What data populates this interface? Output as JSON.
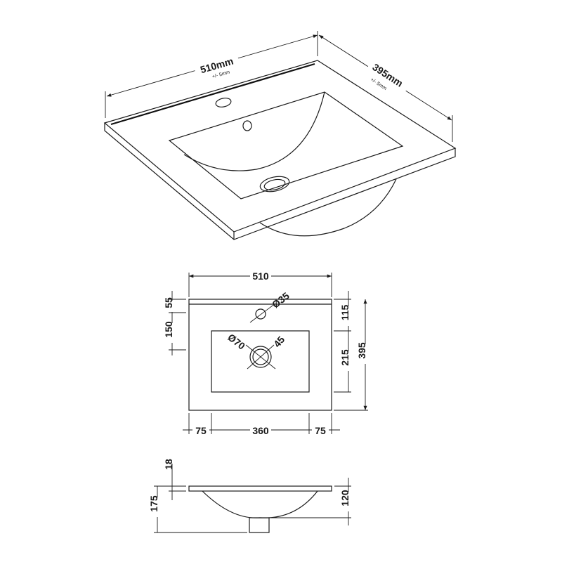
{
  "iso_view": {
    "width_label": "510mm",
    "width_tolerance": "+/- 5mm",
    "depth_label": "395mm",
    "depth_tolerance": "+/- 5mm"
  },
  "plan_view": {
    "overall_width": "510",
    "tap_hole_diameter": "Ø35",
    "waste_outer_diameter": "Ø70",
    "waste_inner_diameter": "45",
    "left_top_edge_to_tap": "55",
    "left_tap_to_bowl": "150",
    "right_top_to_bowl": "115",
    "right_bowl_depth": "215",
    "overall_depth": "395",
    "bottom_left_margin": "75",
    "bottom_bowl_width": "360",
    "bottom_right_margin": "75"
  },
  "side_view": {
    "top_thickness": "18",
    "overall_height": "175",
    "bowl_depth": "120"
  },
  "colors": {
    "line": "#1a1a1a",
    "background": "#ffffff"
  }
}
